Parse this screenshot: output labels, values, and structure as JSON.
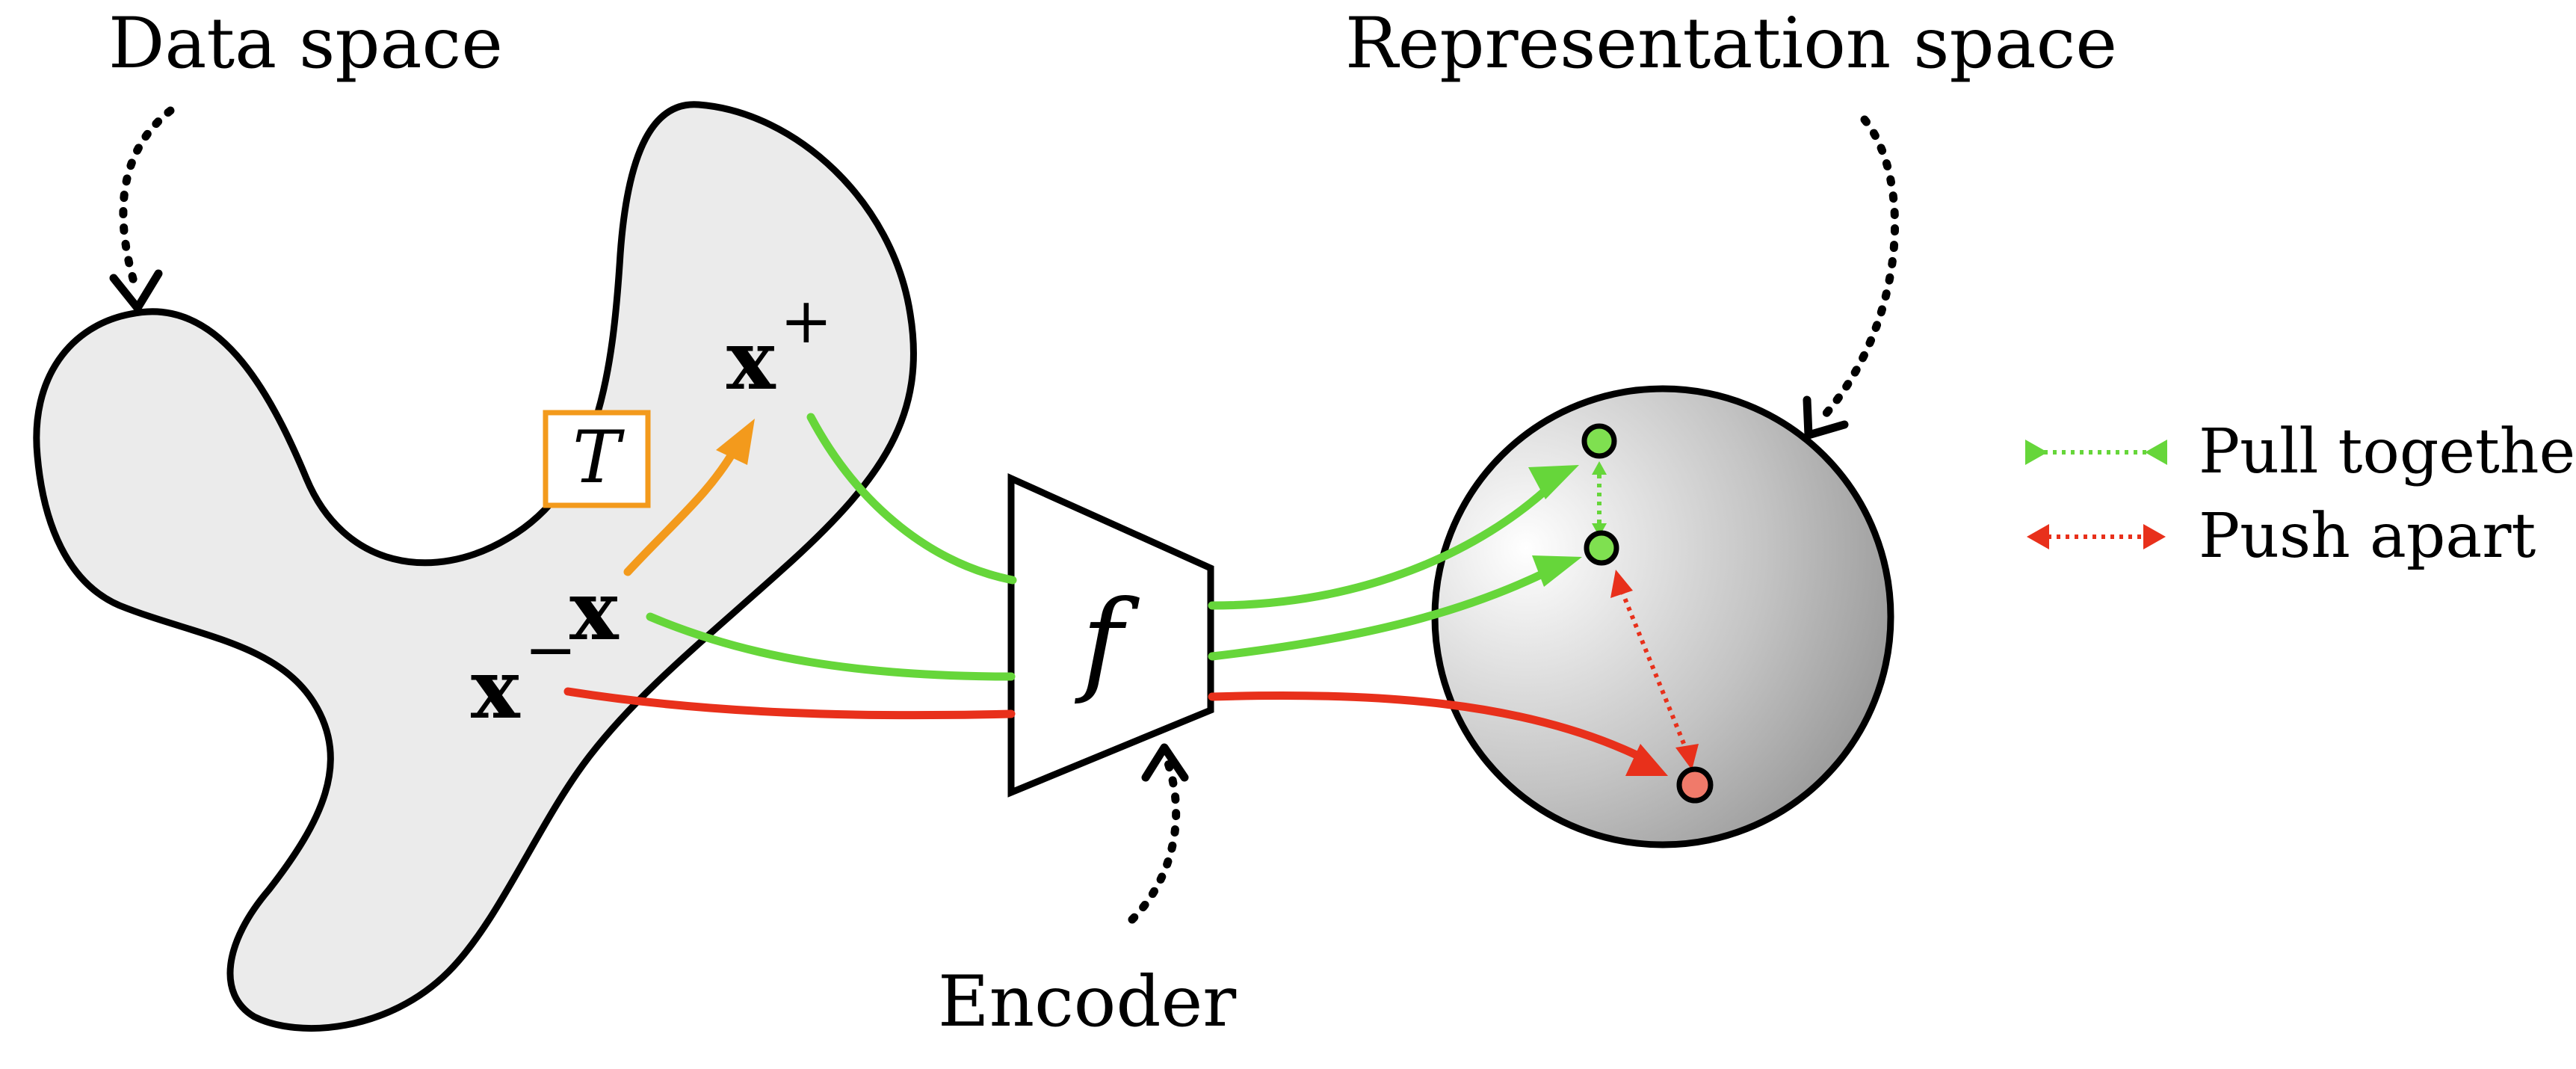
{
  "labels": {
    "data_space": "Data space",
    "representation_space": "Representation space",
    "encoder": "Encoder",
    "encoder_symbol": "f",
    "transform_symbol": "T"
  },
  "samples": {
    "anchor": "x",
    "positive": "x",
    "positive_sup": "+",
    "negative": "x",
    "negative_sup": "−"
  },
  "legend": {
    "pull_together": "Pull together",
    "push_apart": "Push apart"
  },
  "colors": {
    "positive_green": "#66d63a",
    "negative_red": "#e8301b",
    "transform_orange": "#f39a1c",
    "blob_fill": "#ebebeb",
    "sphere_dark": "#8a8a8a",
    "point_green": "#7fe050",
    "point_red": "#f07a6a"
  }
}
